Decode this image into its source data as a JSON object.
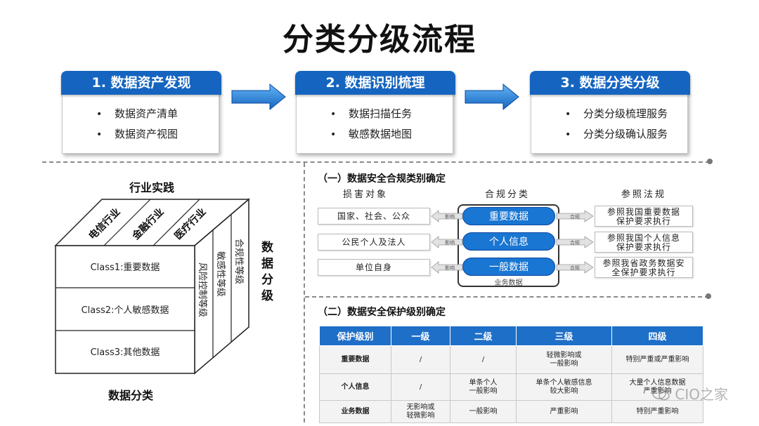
{
  "title": "分类分级流程",
  "steps": [
    {
      "title": "1. 数据资产发现",
      "items": [
        "数据资产清单",
        "数据资产视图"
      ]
    },
    {
      "title": "2. 数据识别梳理",
      "items": [
        "数据扫描任务",
        "敏感数据地图"
      ]
    },
    {
      "title": "3. 数据分类分级",
      "items": [
        "分类分级梳理服务",
        "分类分级确认服务"
      ]
    }
  ],
  "bullet": "•",
  "cube": {
    "top_label": "行业实践",
    "bottom_label": "数据分类",
    "side_label": "数据分级",
    "industries": [
      "电信行业",
      "金融行业",
      "医疗行业"
    ],
    "classes": [
      "Class1:重要数据",
      "Class2:个人敏感数据",
      "Class3:其他数据"
    ],
    "levels": [
      "风险控制等级",
      "敏感性等级",
      "合规性等级"
    ]
  },
  "compliance": {
    "title": "（一）数据安全合规类别确定",
    "col_left": "损害对象",
    "col_mid": "合规分类",
    "col_right": "参照法规",
    "left_items": [
      "国家、社会、公众",
      "公民个人及法人",
      "单位自身"
    ],
    "mid_items": [
      "重要数据",
      "个人信息",
      "一般数据"
    ],
    "mid_caption": "业务数据",
    "right_items": [
      [
        "参照我国重要数据",
        "保护要求执行"
      ],
      [
        "参照我国个人信息",
        "保护要求执行"
      ],
      [
        "参照我省政务数据安",
        "全保护要求执行"
      ]
    ],
    "arrow_left_text": "影响",
    "arrow_right_text": "合规"
  },
  "protection": {
    "title": "（二）数据安全保护级别确定",
    "headers": [
      "保护级别",
      "一级",
      "二级",
      "三级",
      "四级"
    ],
    "rows": [
      [
        "重要数据",
        "/",
        "/",
        "轻微影响或\n一般影响",
        "特别严重或严重影响"
      ],
      [
        "个人信息",
        "/",
        "单条个人\n一般影响",
        "单条个人敏感信息\n较大影响",
        "大量个人信息数据\n严重影响"
      ],
      [
        "业务数据",
        "无影响或\n轻微影响",
        "一般影响",
        "严重影响",
        "特别严重影响"
      ]
    ]
  },
  "watermark": "CIO之家",
  "colors": {
    "primary": "#1565c0",
    "pill": "#1976d2",
    "table_header": "#1e6fc8"
  }
}
